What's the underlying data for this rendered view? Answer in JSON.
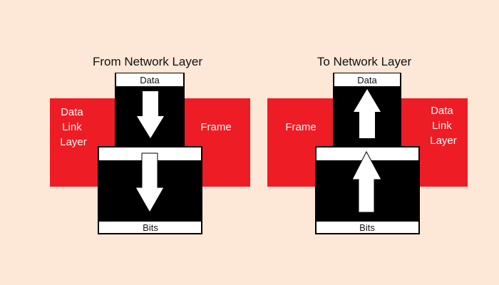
{
  "colors": {
    "background": "#fde7d6",
    "red": "#ee1c25",
    "black": "#000000",
    "white": "#ffffff"
  },
  "left": {
    "title": "From Network Layer",
    "top_label": "Data",
    "bottom_label": "Bits",
    "side_label_lines": [
      "Data",
      "Link",
      "Layer"
    ],
    "right_label": "Frame",
    "arrow_direction": "down"
  },
  "right": {
    "title": "To Network Layer",
    "top_label": "Data",
    "bottom_label": "Bits",
    "side_label_lines": [
      "Data",
      "Link",
      "Layer"
    ],
    "left_label": "Frame",
    "arrow_direction": "up"
  }
}
